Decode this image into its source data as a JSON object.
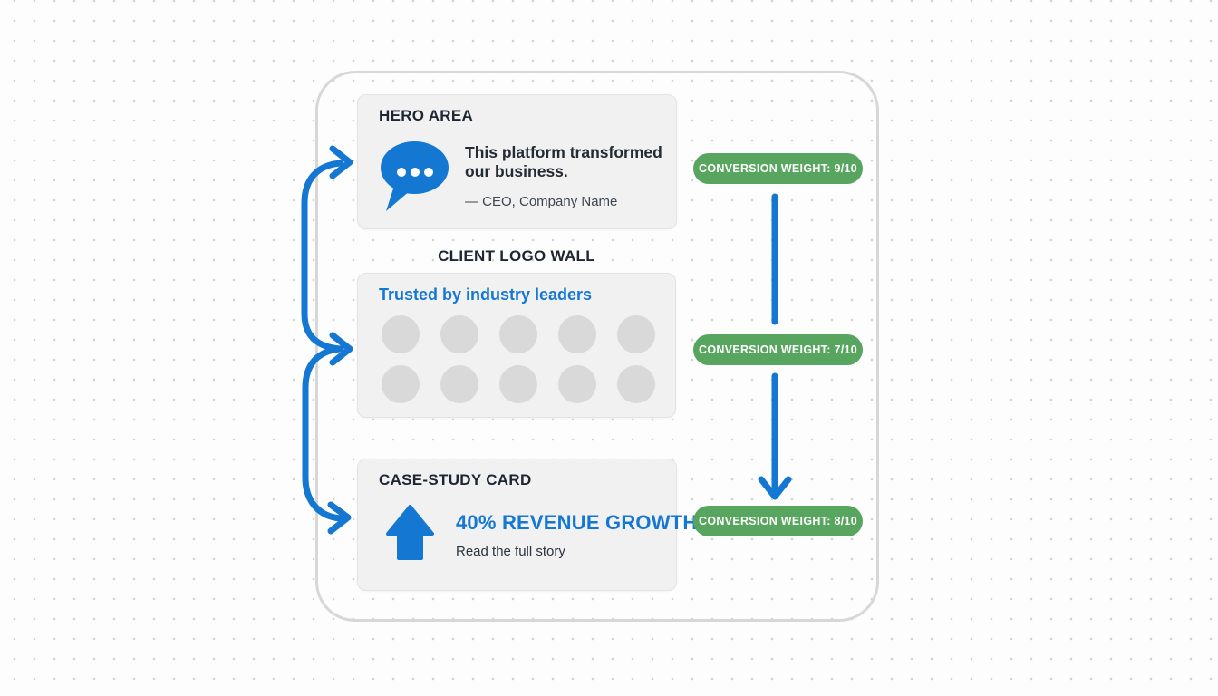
{
  "colors": {
    "accent_blue": "#1478d3",
    "badge_green": "#57a55e",
    "card_bg": "#f1f1f2",
    "placeholder_gray": "#d9d9da"
  },
  "diagram": {
    "hero": {
      "title": "HERO AREA",
      "quote": "This platform transformed our business.",
      "attribution": "— CEO, Company Name"
    },
    "logo_wall": {
      "heading": "CLIENT LOGO WALL",
      "tagline": "Trusted by industry leaders",
      "placeholder_count": 10
    },
    "case_study": {
      "title": "CASE-STUDY CARD",
      "headline": "40% REVENUE GROWTH",
      "link": "Read the full story"
    },
    "badges": [
      {
        "label": "CONVERSION WEIGHT: 9/10"
      },
      {
        "label": "CONVERSION WEIGHT: 7/10"
      },
      {
        "label": "CONVERSION WEIGHT: 8/10"
      }
    ]
  }
}
